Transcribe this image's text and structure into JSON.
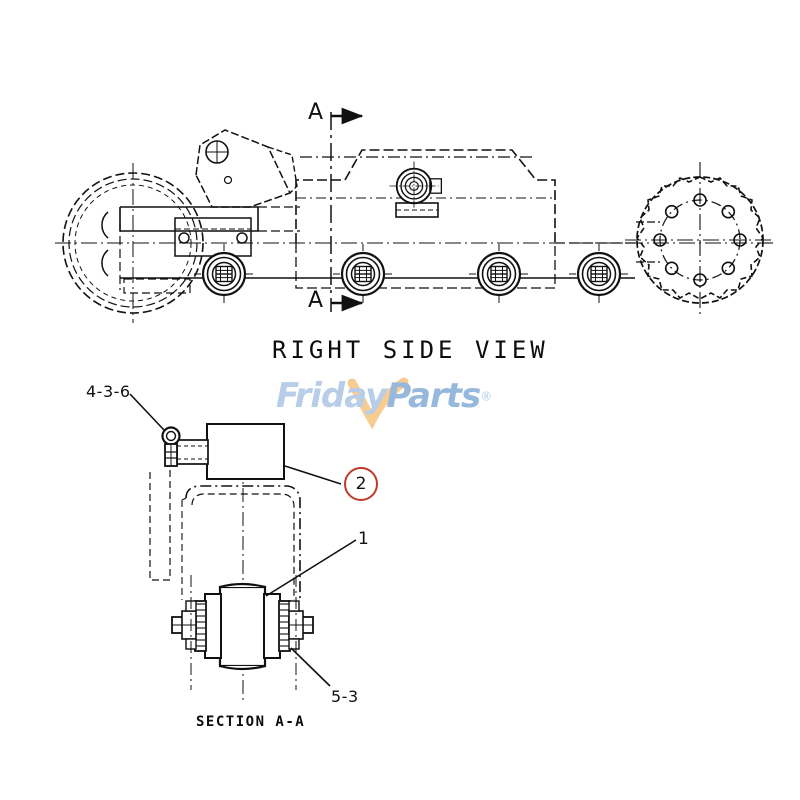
{
  "document": {
    "type": "technical-parts-diagram",
    "background_color": "#ffffff",
    "line_color": "#111111"
  },
  "views": {
    "right_side": {
      "title": "RIGHT SIDE VIEW",
      "section_marker_top": "A",
      "section_marker_bottom": "A"
    },
    "section": {
      "title": "SECTION A-A"
    }
  },
  "callouts": [
    {
      "id": "balloon-2",
      "label": "2",
      "style": "circled",
      "circle_color": "#c0392b"
    }
  ],
  "part_labels": [
    {
      "id": "label-4-3-6",
      "text": "4-3-6"
    },
    {
      "id": "label-1",
      "text": "1"
    },
    {
      "id": "label-5-3",
      "text": "5-3"
    }
  ],
  "watermark": {
    "text_part_1": "Friday",
    "text_part_2": "Parts",
    "trademark": "®",
    "color": "#b7cde8",
    "accent_color": "#f5c98a"
  }
}
